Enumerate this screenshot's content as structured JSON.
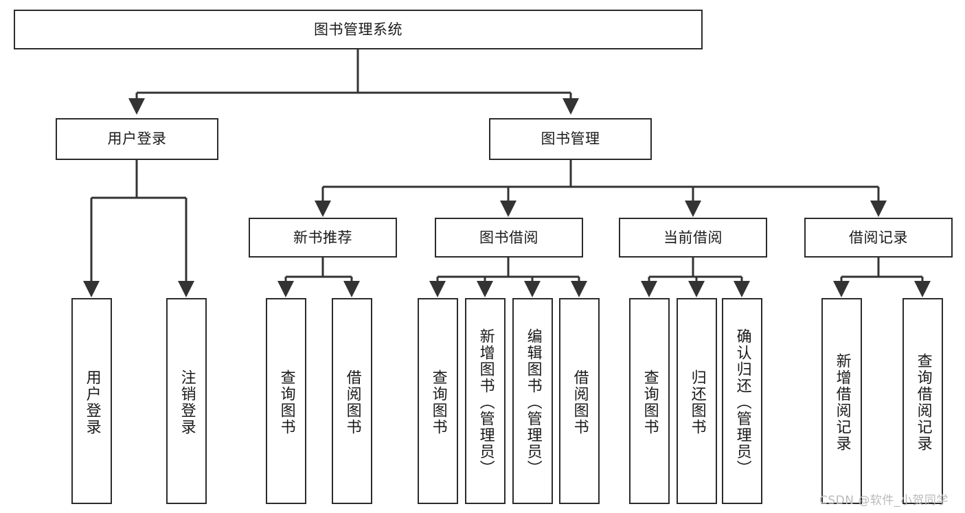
{
  "diagram": {
    "type": "tree-hierarchy",
    "title": "图书管理系统",
    "orientation": "top-down",
    "watermark": "CSDN @软件_小贺同学",
    "colors": {
      "box_border": "#2b2b2b",
      "box_fill": "#ffffff",
      "connector": "#333333",
      "text": "#1a1a1a",
      "watermark": "#b9b9b9",
      "background": "#ffffff"
    },
    "levels": [
      {
        "level": 1,
        "nodes": [
          {
            "id": "root",
            "label": "图书管理系统",
            "orientation": "horizontal"
          }
        ]
      },
      {
        "level": 2,
        "nodes": [
          {
            "id": "user-login",
            "label": "用户登录",
            "orientation": "horizontal",
            "parent": "root"
          },
          {
            "id": "book-mgmt",
            "label": "图书管理",
            "orientation": "horizontal",
            "parent": "root"
          }
        ]
      },
      {
        "level": 3,
        "nodes": [
          {
            "id": "new-book-rec",
            "label": "新书推荐",
            "orientation": "horizontal",
            "parent": "book-mgmt"
          },
          {
            "id": "book-borrow",
            "label": "图书借阅",
            "orientation": "horizontal",
            "parent": "book-mgmt"
          },
          {
            "id": "current-borrow",
            "label": "当前借阅",
            "orientation": "horizontal",
            "parent": "book-mgmt"
          },
          {
            "id": "borrow-record",
            "label": "借阅记录",
            "orientation": "horizontal",
            "parent": "book-mgmt"
          }
        ]
      },
      {
        "level": 4,
        "nodes": [
          {
            "id": "leaf-user-login",
            "label": "用户登录",
            "orientation": "vertical",
            "parent": "user-login"
          },
          {
            "id": "leaf-user-logout",
            "label": "注销登录",
            "orientation": "vertical",
            "parent": "user-login"
          },
          {
            "id": "leaf-query-book-1",
            "label": "查询图书",
            "orientation": "vertical",
            "parent": "new-book-rec"
          },
          {
            "id": "leaf-borrow-book-1",
            "label": "借阅图书",
            "orientation": "vertical",
            "parent": "new-book-rec"
          },
          {
            "id": "leaf-query-book-2",
            "label": "查询图书",
            "orientation": "vertical",
            "parent": "book-borrow"
          },
          {
            "id": "leaf-add-book",
            "label": "新增图书（管理员）",
            "orientation": "vertical",
            "parent": "book-borrow"
          },
          {
            "id": "leaf-edit-book",
            "label": "编辑图书（管理员）",
            "orientation": "vertical",
            "parent": "book-borrow"
          },
          {
            "id": "leaf-borrow-book-2",
            "label": "借阅图书",
            "orientation": "vertical",
            "parent": "book-borrow"
          },
          {
            "id": "leaf-query-book-3",
            "label": "查询图书",
            "orientation": "vertical",
            "parent": "current-borrow"
          },
          {
            "id": "leaf-return-book",
            "label": "归还图书",
            "orientation": "vertical",
            "parent": "current-borrow"
          },
          {
            "id": "leaf-confirm-return",
            "label": "确认归还（管理员）",
            "orientation": "vertical",
            "parent": "current-borrow"
          },
          {
            "id": "leaf-add-record",
            "label": "新增借阅记录",
            "orientation": "vertical",
            "parent": "borrow-record"
          },
          {
            "id": "leaf-query-record",
            "label": "查询借阅记录",
            "orientation": "vertical",
            "parent": "borrow-record"
          }
        ]
      }
    ]
  }
}
